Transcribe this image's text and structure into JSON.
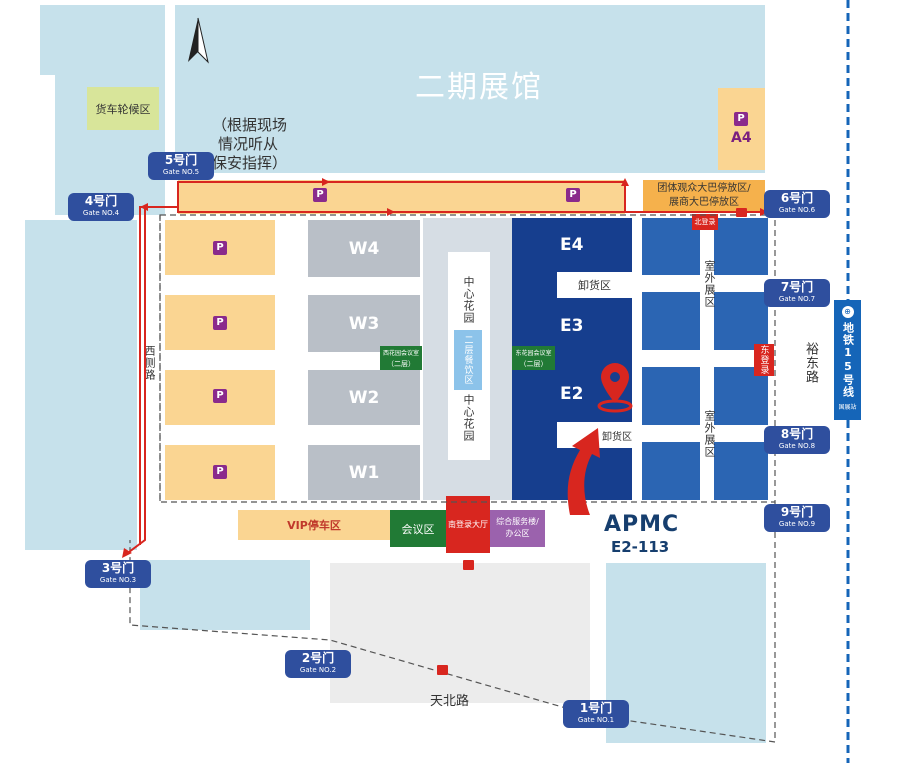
{
  "hall_title": "二期展馆",
  "truck_area": "货车轮候区",
  "notice": [
    "（根据现场",
    "情况听从",
    "保安指挥）"
  ],
  "parking_icon": "P",
  "parking_a4": "A4",
  "bus_area": [
    "团体观众大巴停放区/",
    "展商大巴停放区"
  ],
  "north_login": "北登录",
  "east_login": "东登录",
  "halls_west": [
    "W4",
    "W3",
    "W2",
    "W1"
  ],
  "halls_east": [
    "E4",
    "E3",
    "E2"
  ],
  "unloading": "卸货区",
  "central_garden": "中心花园",
  "dining": "二层餐饮区",
  "west_meeting": [
    "西花园会议室",
    "（二层）"
  ],
  "east_meeting": [
    "东花园会议室",
    "（二层）"
  ],
  "outdoor": "室外展区",
  "roads": {
    "west": "西侧路",
    "east": "裕东路",
    "south": "天北路"
  },
  "metro": {
    "line": "地铁15号线",
    "station": "国展站"
  },
  "bottom": {
    "vip": "VIP停车区",
    "meeting": "会议区",
    "south_login": "南登录大厅",
    "service": [
      "综合服务楼/",
      "办公区"
    ]
  },
  "booth": {
    "brand": "APMC",
    "number": "E2-113"
  },
  "gates": [
    {
      "id": "1",
      "label": "1号门",
      "en": "Gate NO.1"
    },
    {
      "id": "2",
      "label": "2号门",
      "en": "Gate NO.2"
    },
    {
      "id": "3",
      "label": "3号门",
      "en": "Gate NO.3"
    },
    {
      "id": "4",
      "label": "4号门",
      "en": "Gate NO.4"
    },
    {
      "id": "5",
      "label": "5号门",
      "en": "Gate NO.5"
    },
    {
      "id": "6",
      "label": "6号门",
      "en": "Gate NO.6"
    },
    {
      "id": "7",
      "label": "7号门",
      "en": "Gate NO.7"
    },
    {
      "id": "8",
      "label": "8号门",
      "en": "Gate NO.8"
    },
    {
      "id": "9",
      "label": "9号门",
      "en": "Gate NO.9"
    }
  ],
  "colors": {
    "route": "#d8261f",
    "east_hall": "#163e8e",
    "west_hall": "#b9bfc7",
    "parking": "#fad592",
    "gate": "#2f4f9e"
  }
}
